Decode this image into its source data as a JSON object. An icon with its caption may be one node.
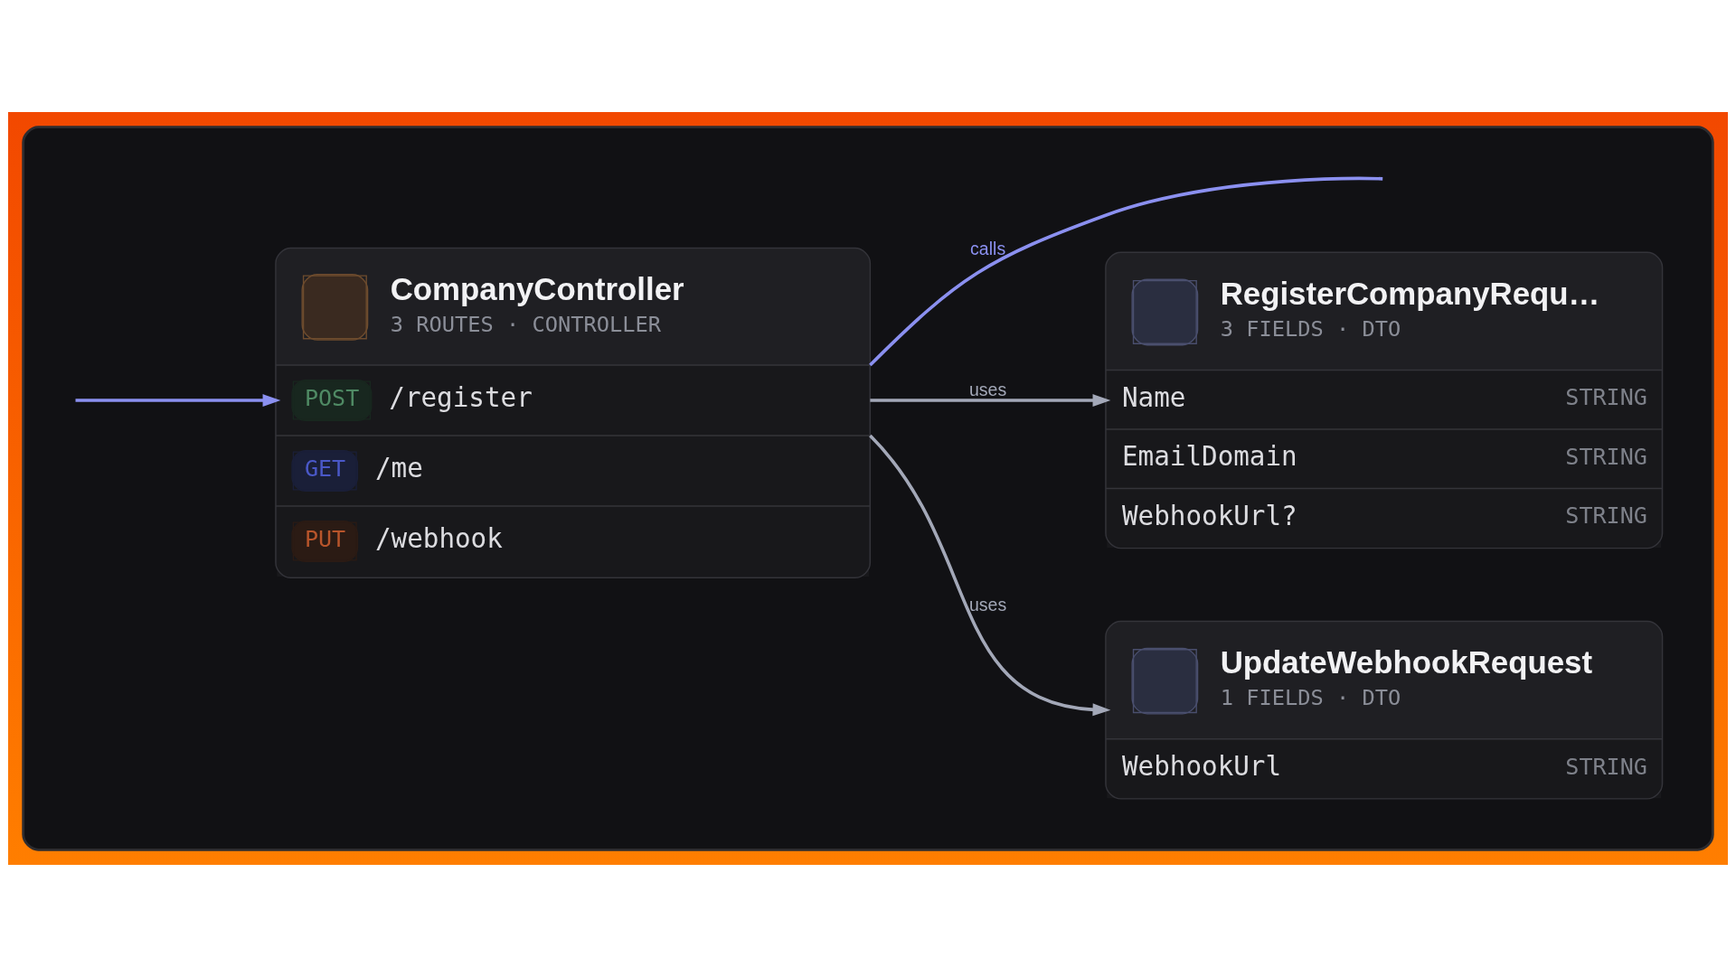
{
  "diagram": {
    "nodes": [
      {
        "text": [],
        "shape": "box"
      },
      {
        "text": [
          "CompanyController",
          "3 ROUTES · CONTROLLER",
          "POST",
          "/register",
          "GET",
          "/me",
          "PUT",
          "/webhook"
        ],
        "in": 0
      },
      {
        "text": [
          "RegisterCompanyRequ…",
          "3 FIELDS · DTO",
          "Name",
          "STRING",
          "EmailDomain",
          "STRING",
          "WebhookUrl?",
          "STRING"
        ],
        "in": 0
      },
      {
        "text": [
          "UpdateWebhookRequest",
          "1 FIELDS · DTO",
          "WebhookUrl",
          "STRING"
        ],
        "in": 0
      }
    ],
    "edges": [
      {
        "from": 1,
        "to": null,
        "label": "calls",
        "arrow": "none",
        "color": "#8b90f0"
      },
      {
        "from": null,
        "to": 1,
        "arrow": "to",
        "color": "#8b90f0"
      },
      {
        "from": 1,
        "to": 2,
        "label": "uses",
        "arrow": "to",
        "color": "#a3a8b8"
      },
      {
        "from": 1,
        "to": 3,
        "label": "uses",
        "arrow": "to",
        "color": "#a3a8b8"
      }
    ]
  }
}
